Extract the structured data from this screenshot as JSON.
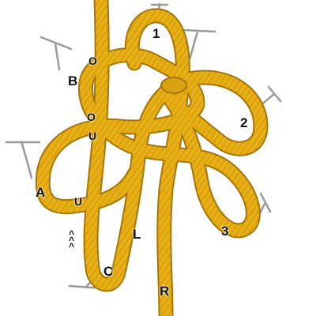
{
  "image": {
    "subject": "macrame-knot-diagram",
    "cord_color": "#E8B015",
    "cord_shadow_color": "#B07E06",
    "pin_color": "#9a9a9a"
  },
  "labels": {
    "loop_1": "1",
    "loop_2": "2",
    "loop_3": "3",
    "over_top": "O",
    "over_mid": "O",
    "under_mid": "U",
    "under_left": "U",
    "end_left": "L",
    "end_right": "R",
    "point_a": "A",
    "point_b": "B",
    "point_c": "C",
    "arrow_marks": [
      "^",
      "^",
      "^"
    ]
  }
}
